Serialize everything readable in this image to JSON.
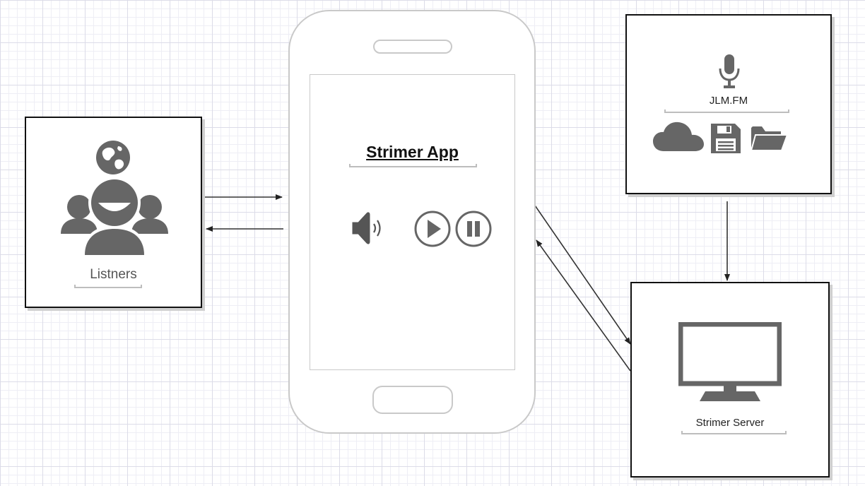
{
  "phone": {
    "app_title": "Strimer App"
  },
  "listeners": {
    "label": "Listners"
  },
  "source": {
    "label": "JLM.FM"
  },
  "server": {
    "label": "Strimer Server"
  },
  "colors": {
    "icon": "#666666",
    "border": "#111111",
    "phone_outline": "#c9c9c9",
    "connector": "#333333"
  }
}
